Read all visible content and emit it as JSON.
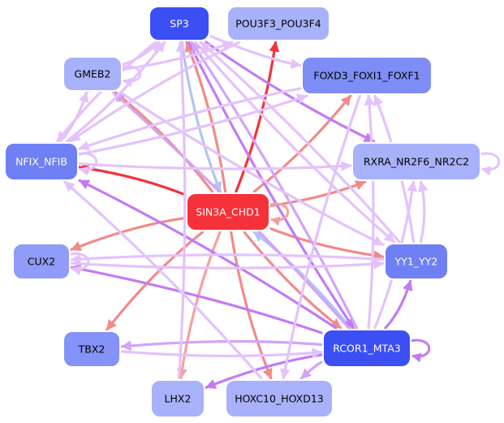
{
  "nodes": [
    {
      "id": "SP3",
      "label": "SP3",
      "fill": "#3b4ff5",
      "text": "#ffffff"
    },
    {
      "id": "POU",
      "label": "POU3F3_POU3F4",
      "fill": "#a8b2fa",
      "text": "#000000"
    },
    {
      "id": "GMEB2",
      "label": "GMEB2",
      "fill": "#a8b2fa",
      "text": "#000000"
    },
    {
      "id": "FOXD3",
      "label": "FOXD3_FOXI1_FOXF1",
      "fill": "#7f8ef6",
      "text": "#000000"
    },
    {
      "id": "NFIX",
      "label": "NFIX_NFIB",
      "fill": "#6f80f5",
      "text": "#ffffff"
    },
    {
      "id": "RXRA",
      "label": "RXRA_NR2F6_NR2C2",
      "fill": "#a8b2fa",
      "text": "#000000"
    },
    {
      "id": "SIN3A",
      "label": "SIN3A_CHD1",
      "fill": "#f5313a",
      "text": "#ffffff"
    },
    {
      "id": "CUX2",
      "label": "CUX2",
      "fill": "#8f9cf8",
      "text": "#000000"
    },
    {
      "id": "YY1",
      "label": "YY1_YY2",
      "fill": "#6f80f5",
      "text": "#ffffff"
    },
    {
      "id": "TBX2",
      "label": "TBX2",
      "fill": "#8592f7",
      "text": "#000000"
    },
    {
      "id": "RCOR1",
      "label": "RCOR1_MTA3",
      "fill": "#3b4ff5",
      "text": "#ffffff"
    },
    {
      "id": "LHX2",
      "label": "LHX2",
      "fill": "#a8b2fa",
      "text": "#000000"
    },
    {
      "id": "HOXC10",
      "label": "HOXC10_HOXD13",
      "fill": "#a8b2fa",
      "text": "#000000"
    }
  ],
  "edges": [
    {
      "from": "SIN3A",
      "to": "SP3",
      "color": "#f28a8a"
    },
    {
      "from": "SIN3A",
      "to": "POU",
      "color": "#f5313a"
    },
    {
      "from": "SIN3A",
      "to": "GMEB2",
      "color": "#f28a8a"
    },
    {
      "from": "SIN3A",
      "to": "FOXD3",
      "color": "#f28a8a"
    },
    {
      "from": "SIN3A",
      "to": "NFIX",
      "color": "#f5313a"
    },
    {
      "from": "SIN3A",
      "to": "RXRA",
      "color": "#f28a8a"
    },
    {
      "from": "SIN3A",
      "to": "CUX2",
      "color": "#f28a8a"
    },
    {
      "from": "SIN3A",
      "to": "YY1",
      "color": "#f28a8a"
    },
    {
      "from": "SIN3A",
      "to": "TBX2",
      "color": "#f28a8a"
    },
    {
      "from": "SIN3A",
      "to": "RCOR1",
      "color": "#f28a8a"
    },
    {
      "from": "SIN3A",
      "to": "LHX2",
      "color": "#f5a0a0"
    },
    {
      "from": "SIN3A",
      "to": "HOXC10",
      "color": "#f28a8a"
    },
    {
      "from": "SP3",
      "to": "SIN3A",
      "color": "#b0c4f5"
    },
    {
      "from": "RCOR1",
      "to": "SIN3A",
      "color": "#b0c4f5"
    },
    {
      "from": "SP3",
      "to": "FOXD3",
      "color": "#e4c2fb"
    },
    {
      "from": "SP3",
      "to": "RXRA",
      "color": "#c27bf5"
    },
    {
      "from": "SP3",
      "to": "NFIX",
      "color": "#e4c2fb"
    },
    {
      "from": "SP3",
      "to": "YY1",
      "color": "#e4c2fb"
    },
    {
      "from": "SP3",
      "to": "RCOR1",
      "color": "#c27bf5"
    },
    {
      "from": "RCOR1",
      "to": "SP3",
      "color": "#d3a3f8"
    },
    {
      "from": "RCOR1",
      "to": "GMEB2",
      "color": "#d3a3f8"
    },
    {
      "from": "RCOR1",
      "to": "NFIX",
      "color": "#c27bf5"
    },
    {
      "from": "RCOR1",
      "to": "CUX2",
      "color": "#c27bf5"
    },
    {
      "from": "RCOR1",
      "to": "TBX2",
      "color": "#d3a3f8"
    },
    {
      "from": "RCOR1",
      "to": "LHX2",
      "color": "#c27bf5"
    },
    {
      "from": "RCOR1",
      "to": "HOXC10",
      "color": "#d3a3f8"
    },
    {
      "from": "RCOR1",
      "to": "YY1",
      "color": "#c27bf5"
    },
    {
      "from": "RCOR1",
      "to": "RXRA",
      "color": "#e4c2fb"
    },
    {
      "from": "RCOR1",
      "to": "FOXD3",
      "color": "#e4c2fb"
    },
    {
      "from": "YY1",
      "to": "SP3",
      "color": "#e4c2fb"
    },
    {
      "from": "YY1",
      "to": "CUX2",
      "color": "#e4c2fb"
    },
    {
      "from": "YY1",
      "to": "RXRA",
      "color": "#e4c2fb"
    },
    {
      "from": "YY1",
      "to": "FOXD3",
      "color": "#e4c2fb"
    },
    {
      "from": "NFIX",
      "to": "SP3",
      "color": "#e4c2fb"
    },
    {
      "from": "NFIX",
      "to": "GMEB2",
      "color": "#e4c2fb"
    },
    {
      "from": "NFIX",
      "to": "RXRA",
      "color": "#e4c2fb"
    },
    {
      "from": "NFIX",
      "to": "FOXD3",
      "color": "#e4c2fb"
    },
    {
      "from": "GMEB2",
      "to": "SP3",
      "color": "#e4c2fb"
    },
    {
      "from": "GMEB2",
      "to": "POU",
      "color": "#e4c2fb"
    },
    {
      "from": "GMEB2",
      "to": "YY1",
      "color": "#e4c2fb"
    },
    {
      "from": "POU",
      "to": "NFIX",
      "color": "#e4c2fb"
    },
    {
      "from": "FOXD3",
      "to": "NFIX",
      "color": "#e4c2fb"
    },
    {
      "from": "FOXD3",
      "to": "HOXC10",
      "color": "#e4c2fb"
    },
    {
      "from": "CUX2",
      "to": "YY1",
      "color": "#e4c2fb"
    },
    {
      "from": "TBX2",
      "to": "RCOR1",
      "color": "#e4c2fb"
    },
    {
      "from": "LHX2",
      "to": "SP3",
      "color": "#e4c2fb"
    },
    {
      "from": "HOXC10",
      "to": "NFIX",
      "color": "#e4c2fb"
    }
  ],
  "self_loops": [
    {
      "node": "GMEB2",
      "color": "#e4c2fb"
    },
    {
      "node": "NFIX",
      "color": "#e4c2fb"
    },
    {
      "node": "RXRA",
      "color": "#e4c2fb"
    },
    {
      "node": "SIN3A",
      "color": "#f5a0a0"
    },
    {
      "node": "CUX2",
      "color": "#e4c2fb"
    },
    {
      "node": "RCOR1",
      "color": "#c27bf5"
    }
  ]
}
